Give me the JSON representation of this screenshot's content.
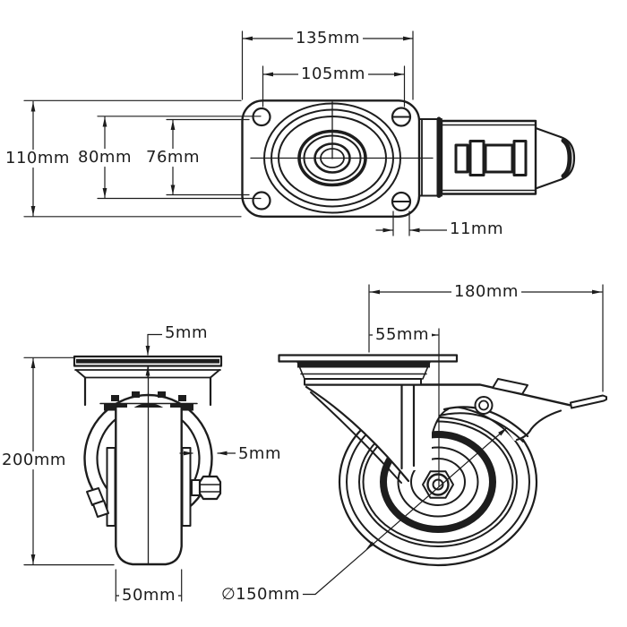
{
  "drawing": {
    "description": "Technical dimension drawing of a braked swivel plate caster, three views",
    "colors": {
      "line": "#1d1d1d",
      "background": "#ffffff"
    }
  },
  "dimensions": {
    "top_view": {
      "overall_width": "135mm",
      "bolt_hole_spacing_width": "105mm",
      "plate_depth": "110mm",
      "bolt_hole_spacing_depth": "80mm",
      "inner_spacing": "76mm",
      "bolt_hole_diameter": "11mm"
    },
    "front_view": {
      "plate_thickness": "5mm",
      "fork_thickness": "5mm",
      "overall_height": "200mm",
      "wheel_width": "50mm"
    },
    "side_view": {
      "overall_length": "180mm",
      "swivel_offset": "55mm",
      "wheel_diameter": "∅150mm"
    }
  }
}
